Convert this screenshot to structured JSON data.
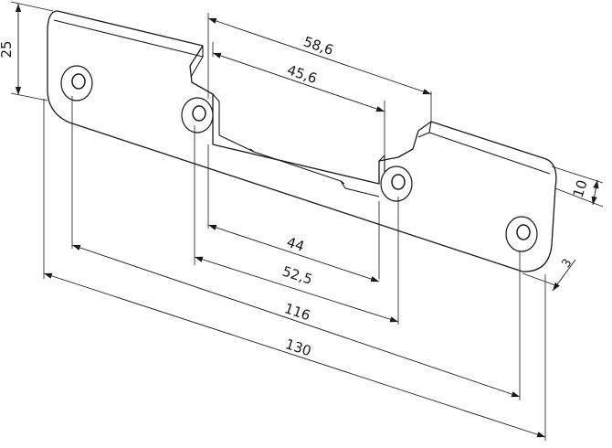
{
  "dimensions": {
    "d_58_6": "58,6",
    "d_45_6": "45,6",
    "d_44": "44",
    "d_52_5": "52,5",
    "d_116": "116",
    "d_130": "130",
    "d_25": "25",
    "d_10": "10",
    "d_3": "3"
  },
  "colors": {
    "line": "#1a1a1a",
    "background": "#ffffff"
  }
}
